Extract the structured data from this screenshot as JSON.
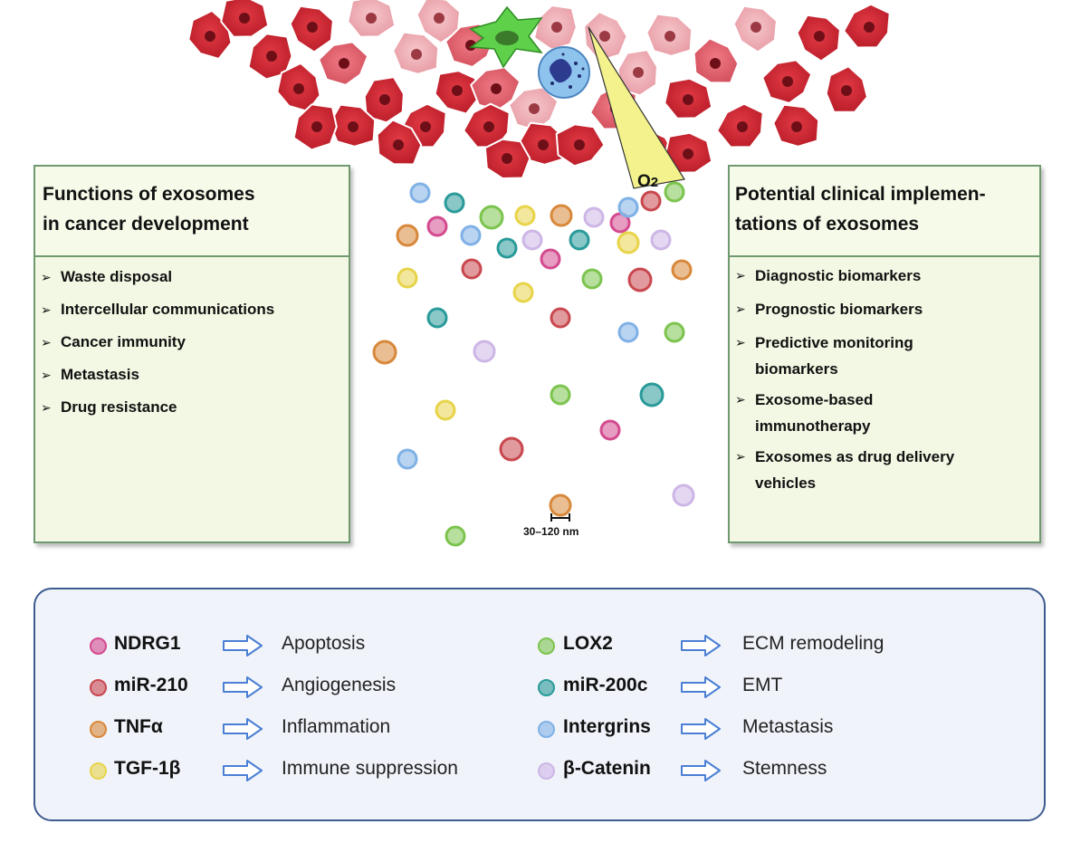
{
  "oxygen_label": "O2",
  "left_panel": {
    "title_line1": "Functions of exosomes",
    "title_line2": "in cancer development",
    "items": [
      "Waste disposal",
      "Intercellular communications",
      "Cancer immunity",
      "Metastasis",
      "Drug resistance"
    ]
  },
  "right_panel": {
    "title_line1": "Potential clinical implemen-",
    "title_line2": "tations of exosomes",
    "items": [
      {
        "line1": "Diagnostic biomarkers",
        "line2": ""
      },
      {
        "line1": "Prognostic biomarkers",
        "line2": ""
      },
      {
        "line1": "Predictive monitoring",
        "line2": "biomarkers"
      },
      {
        "line1": "Exosome-based",
        "line2": "immunotherapy"
      },
      {
        "line1": "Exosomes as drug delivery",
        "line2": "vehicles"
      }
    ]
  },
  "scale_label": "30–120 nm",
  "legend": [
    {
      "name": "NDRG1",
      "effect": "Apoptosis",
      "color": "#d44a8f"
    },
    {
      "name": "miR-210",
      "effect": "Angiogenesis",
      "color": "#c9484f"
    },
    {
      "name": "TNFα",
      "effect": "Inflammation",
      "color": "#d8883a"
    },
    {
      "name": "TGF-1β",
      "effect": "Immune suppression",
      "color": "#e8d44a"
    },
    {
      "name": "LOX2",
      "effect": "ECM remodeling",
      "color": "#7cc44e"
    },
    {
      "name": "miR-200c",
      "effect": "EMT",
      "color": "#2a9a9a"
    },
    {
      "name": "Intergrins",
      "effect": "Metastasis",
      "color": "#7fb1e6"
    },
    {
      "name": "β-Catenin",
      "effect": "Stemness",
      "color": "#cdb6e6"
    }
  ]
}
